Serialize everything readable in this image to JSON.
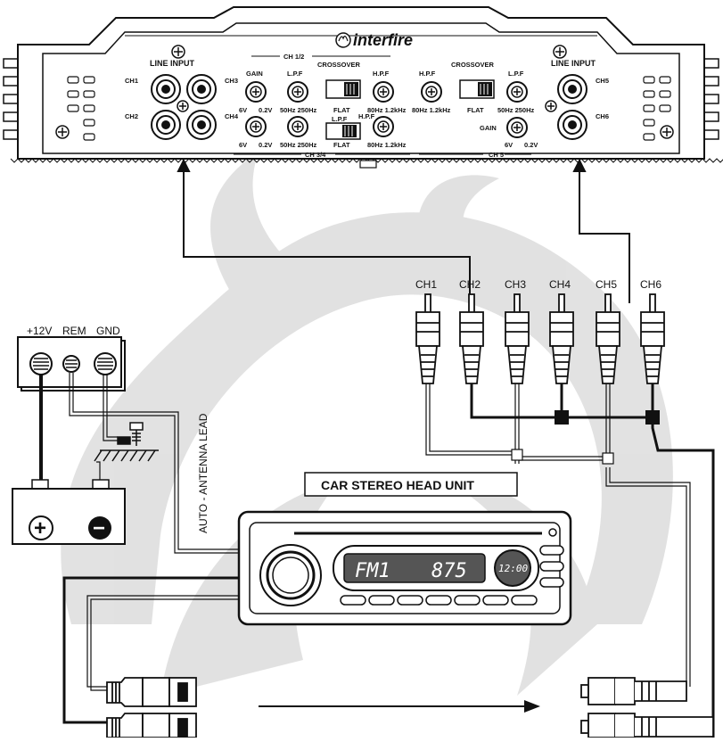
{
  "amplifier": {
    "brand": "interfire",
    "line_input_left": "LINE INPUT",
    "line_input_right": "LINE INPUT",
    "channels": {
      "ch1": "CH1",
      "ch2": "CH2",
      "ch3": "CH3",
      "ch4": "CH4",
      "ch5": "CH5",
      "ch6": "CH6"
    },
    "section_ch12": "CH 1/2",
    "section_ch34": "CH 3/4",
    "section_ch5": "CH 5",
    "crossover": "CROSSOVER",
    "crossover_ch5": "CROSSOVER",
    "gain": "GAIN",
    "gain_ch5": "GAIN",
    "lpf": "L.P.F",
    "hpf": "H.P.F",
    "flat": "FLAT",
    "v_min": "6V",
    "v_max": "0.2V",
    "lpf_range": "50Hz 250Hz",
    "hpf_range": "80Hz 1.2kHz"
  },
  "rca_plugs": {
    "labels": [
      "CH1",
      "CH2",
      "CH3",
      "CH4",
      "CH5",
      "CH6"
    ]
  },
  "power_terminal": {
    "labels": [
      "+12V",
      "REM",
      "GND"
    ]
  },
  "battery": {
    "plus": "+",
    "minus": "−"
  },
  "antenna_lead": "AUTO - ANTENNA LEAD",
  "head_unit": {
    "title": "CAR STEREO HEAD UNIT",
    "display_band": "FM1",
    "display_freq": "875",
    "display_clock": "12:00"
  }
}
